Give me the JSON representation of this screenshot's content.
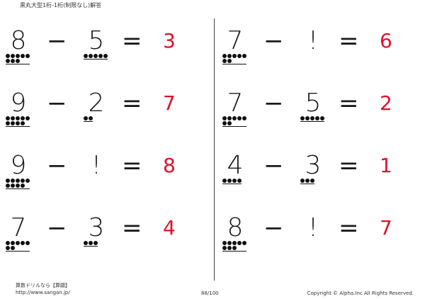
{
  "header": {
    "title": "黒丸大型1桁-1桁(制限なし)解答"
  },
  "columns": [
    {
      "problems": [
        {
          "a": "8",
          "op": "−",
          "b": "5",
          "eq": "=",
          "answer": "3",
          "dots_a": 8,
          "dots_b": 5
        },
        {
          "a": "9",
          "op": "−",
          "b": "2",
          "eq": "=",
          "answer": "7",
          "dots_a": 9,
          "dots_b": 2
        },
        {
          "a": "9",
          "op": "−",
          "b": "!",
          "eq": "=",
          "answer": "8",
          "dots_a": 9,
          "dots_b": 0
        },
        {
          "a": "7",
          "op": "−",
          "b": "3",
          "eq": "=",
          "answer": "4",
          "dots_a": 7,
          "dots_b": 3
        }
      ]
    },
    {
      "problems": [
        {
          "a": "7",
          "op": "−",
          "b": "!",
          "eq": "=",
          "answer": "6",
          "dots_a": 7,
          "dots_b": 0
        },
        {
          "a": "7",
          "op": "−",
          "b": "5",
          "eq": "=",
          "answer": "2",
          "dots_a": 7,
          "dots_b": 5
        },
        {
          "a": "4",
          "op": "−",
          "b": "3",
          "eq": "=",
          "answer": "1",
          "dots_a": 4,
          "dots_b": 3
        },
        {
          "a": "8",
          "op": "−",
          "b": "!",
          "eq": "=",
          "answer": "7",
          "dots_a": 8,
          "dots_b": 0
        }
      ]
    }
  ],
  "footer": {
    "site_name": "算数ドリルなら【算願】",
    "url": "http://www.sangan.jp/",
    "page": "88/100",
    "copyright": "Copyright © Alpha.Inc All Rights Reserved."
  },
  "colors": {
    "answer": "#e0102a",
    "ink": "#1a1a1a"
  }
}
